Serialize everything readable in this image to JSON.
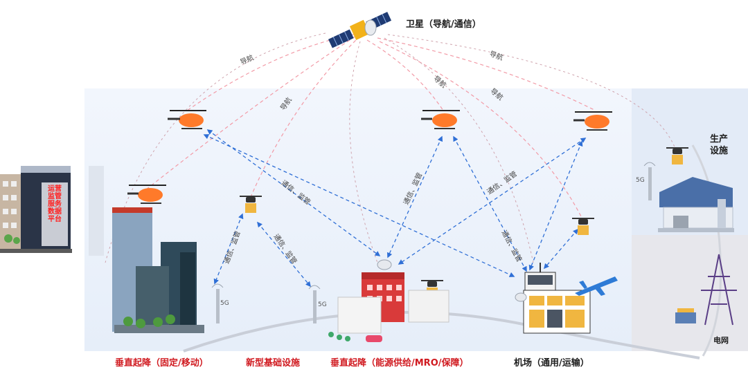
{
  "satellite": {
    "label": "卫星（导航/通信）"
  },
  "link_labels": {
    "nav": "导航",
    "comm_monitor": "通信、监管"
  },
  "signal": {
    "label": "5G"
  },
  "platform": {
    "lines": [
      "运营",
      "监管",
      "服务",
      "数据",
      "平台"
    ]
  },
  "production": {
    "line1": "生产",
    "line2": "设施"
  },
  "power": {
    "label": "电网"
  },
  "bottom_labels": {
    "vtol_fixed": "垂直起降（固定/移动）",
    "new_infra": "新型基础设施",
    "vtol_energy": "垂直起降（能源供给/MRO/保障）",
    "airport": "机场（通用/运输）"
  },
  "colors": {
    "comm_link": "#2f6fd6",
    "nav_link": "#f29aa6",
    "heli": "#ff7a2a",
    "label_red": "#d0191f",
    "panel": "#eef3fb"
  }
}
